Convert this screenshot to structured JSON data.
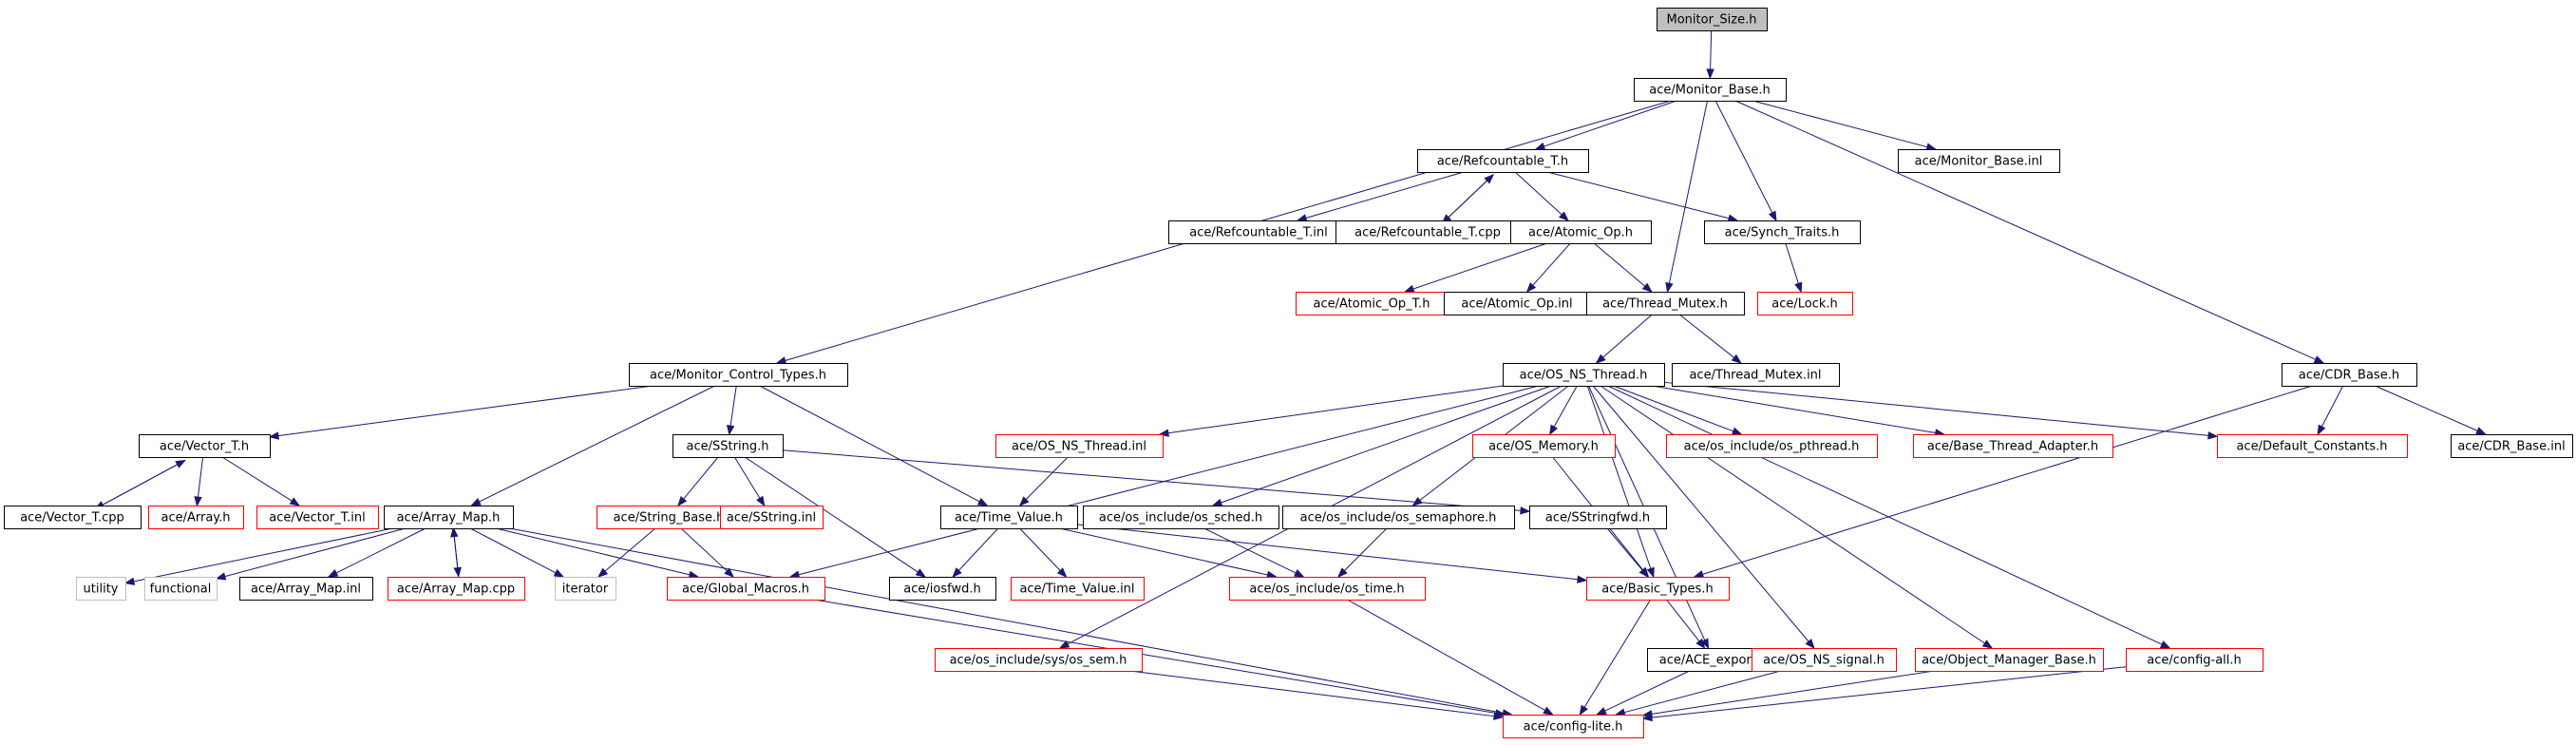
{
  "diagram": {
    "colors": {
      "edge": "#191970",
      "root_fill": "#bfbfbf",
      "normal_border": "#000000",
      "missing_border": "#ff0000",
      "external_border": "#bfbfbf",
      "fill": "#ffffff",
      "text": "#000000"
    },
    "nodes": [
      {
        "id": "monitor_size_h",
        "label": "Monitor_Size.h",
        "kind": "root"
      },
      {
        "id": "monitor_base_h",
        "label": "ace/Monitor_Base.h",
        "kind": "normal"
      },
      {
        "id": "refcountable_t_h",
        "label": "ace/Refcountable_T.h",
        "kind": "normal"
      },
      {
        "id": "monitor_base_inl",
        "label": "ace/Monitor_Base.inl",
        "kind": "normal"
      },
      {
        "id": "refcountable_t_inl",
        "label": "ace/Refcountable_T.inl",
        "kind": "normal"
      },
      {
        "id": "refcountable_t_cpp",
        "label": "ace/Refcountable_T.cpp",
        "kind": "normal"
      },
      {
        "id": "atomic_op_h",
        "label": "ace/Atomic_Op.h",
        "kind": "normal"
      },
      {
        "id": "synch_traits_h",
        "label": "ace/Synch_Traits.h",
        "kind": "normal"
      },
      {
        "id": "atomic_op_t_h",
        "label": "ace/Atomic_Op_T.h",
        "kind": "missing"
      },
      {
        "id": "atomic_op_inl",
        "label": "ace/Atomic_Op.inl",
        "kind": "normal"
      },
      {
        "id": "thread_mutex_h",
        "label": "ace/Thread_Mutex.h",
        "kind": "normal"
      },
      {
        "id": "lock_h",
        "label": "ace/Lock.h",
        "kind": "missing"
      },
      {
        "id": "monitor_control_types_h",
        "label": "ace/Monitor_Control_Types.h",
        "kind": "normal"
      },
      {
        "id": "os_ns_thread_h",
        "label": "ace/OS_NS_Thread.h",
        "kind": "normal"
      },
      {
        "id": "thread_mutex_inl",
        "label": "ace/Thread_Mutex.inl",
        "kind": "normal"
      },
      {
        "id": "cdr_base_h",
        "label": "ace/CDR_Base.h",
        "kind": "normal"
      },
      {
        "id": "vector_t_h",
        "label": "ace/Vector_T.h",
        "kind": "normal"
      },
      {
        "id": "sstring_h",
        "label": "ace/SString.h",
        "kind": "normal"
      },
      {
        "id": "os_ns_thread_inl",
        "label": "ace/OS_NS_Thread.inl",
        "kind": "missing"
      },
      {
        "id": "os_memory_h",
        "label": "ace/OS_Memory.h",
        "kind": "missing"
      },
      {
        "id": "os_pthread_h",
        "label": "ace/os_include/os_pthread.h",
        "kind": "missing"
      },
      {
        "id": "base_thread_adapter_h",
        "label": "ace/Base_Thread_Adapter.h",
        "kind": "missing"
      },
      {
        "id": "default_constants_h",
        "label": "ace/Default_Constants.h",
        "kind": "missing"
      },
      {
        "id": "cdr_base_inl",
        "label": "ace/CDR_Base.inl",
        "kind": "normal"
      },
      {
        "id": "vector_t_cpp",
        "label": "ace/Vector_T.cpp",
        "kind": "normal"
      },
      {
        "id": "array_h",
        "label": "ace/Array.h",
        "kind": "missing"
      },
      {
        "id": "vector_t_inl",
        "label": "ace/Vector_T.inl",
        "kind": "missing"
      },
      {
        "id": "array_map_h",
        "label": "ace/Array_Map.h",
        "kind": "normal"
      },
      {
        "id": "string_base_h",
        "label": "ace/String_Base.h",
        "kind": "missing"
      },
      {
        "id": "sstring_inl",
        "label": "ace/SString.inl",
        "kind": "missing"
      },
      {
        "id": "time_value_h",
        "label": "ace/Time_Value.h",
        "kind": "normal"
      },
      {
        "id": "os_sched_h",
        "label": "ace/os_include/os_sched.h",
        "kind": "normal"
      },
      {
        "id": "os_semaphore_h",
        "label": "ace/os_include/os_semaphore.h",
        "kind": "normal"
      },
      {
        "id": "sstringfwd_h",
        "label": "ace/SStringfwd.h",
        "kind": "normal"
      },
      {
        "id": "utility",
        "label": "utility",
        "kind": "external"
      },
      {
        "id": "functional",
        "label": "functional",
        "kind": "external"
      },
      {
        "id": "array_map_inl",
        "label": "ace/Array_Map.inl",
        "kind": "normal"
      },
      {
        "id": "array_map_cpp",
        "label": "ace/Array_Map.cpp",
        "kind": "missing"
      },
      {
        "id": "iterator",
        "label": "iterator",
        "kind": "external"
      },
      {
        "id": "global_macros_h",
        "label": "ace/Global_Macros.h",
        "kind": "missing"
      },
      {
        "id": "iosfwd_h",
        "label": "ace/iosfwd.h",
        "kind": "normal"
      },
      {
        "id": "time_value_inl",
        "label": "ace/Time_Value.inl",
        "kind": "missing"
      },
      {
        "id": "os_time_h",
        "label": "ace/os_include/os_time.h",
        "kind": "missing"
      },
      {
        "id": "basic_types_h",
        "label": "ace/Basic_Types.h",
        "kind": "missing"
      },
      {
        "id": "os_sem_h",
        "label": "ace/os_include/sys/os_sem.h",
        "kind": "missing"
      },
      {
        "id": "ace_export_h",
        "label": "ace/ACE_export.h",
        "kind": "normal"
      },
      {
        "id": "os_ns_signal_h",
        "label": "ace/OS_NS_signal.h",
        "kind": "missing"
      },
      {
        "id": "object_manager_base_h",
        "label": "ace/Object_Manager_Base.h",
        "kind": "missing"
      },
      {
        "id": "config_all_h",
        "label": "ace/config-all.h",
        "kind": "missing"
      },
      {
        "id": "config_lite_h",
        "label": "ace/config-lite.h",
        "kind": "missing"
      }
    ],
    "edges": [
      {
        "from": "monitor_size_h",
        "to": "monitor_base_h"
      },
      {
        "from": "monitor_base_h",
        "to": "refcountable_t_h"
      },
      {
        "from": "monitor_base_h",
        "to": "monitor_base_inl"
      },
      {
        "from": "monitor_base_h",
        "to": "synch_traits_h"
      },
      {
        "from": "monitor_base_h",
        "to": "thread_mutex_h"
      },
      {
        "from": "monitor_base_h",
        "to": "monitor_control_types_h"
      },
      {
        "from": "monitor_base_h",
        "to": "cdr_base_h"
      },
      {
        "from": "refcountable_t_h",
        "to": "refcountable_t_inl"
      },
      {
        "from": "refcountable_t_h",
        "to": "refcountable_t_cpp"
      },
      {
        "from": "refcountable_t_cpp",
        "to": "refcountable_t_h"
      },
      {
        "from": "refcountable_t_h",
        "to": "atomic_op_h"
      },
      {
        "from": "refcountable_t_h",
        "to": "synch_traits_h"
      },
      {
        "from": "atomic_op_h",
        "to": "atomic_op_t_h"
      },
      {
        "from": "atomic_op_h",
        "to": "atomic_op_inl"
      },
      {
        "from": "atomic_op_h",
        "to": "thread_mutex_h"
      },
      {
        "from": "synch_traits_h",
        "to": "lock_h"
      },
      {
        "from": "thread_mutex_h",
        "to": "os_ns_thread_h"
      },
      {
        "from": "thread_mutex_h",
        "to": "thread_mutex_inl"
      },
      {
        "from": "cdr_base_h",
        "to": "default_constants_h"
      },
      {
        "from": "cdr_base_h",
        "to": "cdr_base_inl"
      },
      {
        "from": "cdr_base_h",
        "to": "basic_types_h"
      },
      {
        "from": "monitor_control_types_h",
        "to": "vector_t_h"
      },
      {
        "from": "monitor_control_types_h",
        "to": "sstring_h"
      },
      {
        "from": "monitor_control_types_h",
        "to": "array_map_h"
      },
      {
        "from": "monitor_control_types_h",
        "to": "time_value_h"
      },
      {
        "from": "vector_t_h",
        "to": "vector_t_cpp"
      },
      {
        "from": "vector_t_cpp",
        "to": "vector_t_h"
      },
      {
        "from": "vector_t_h",
        "to": "array_h"
      },
      {
        "from": "vector_t_h",
        "to": "vector_t_inl"
      },
      {
        "from": "sstring_h",
        "to": "string_base_h"
      },
      {
        "from": "sstring_h",
        "to": "sstring_inl"
      },
      {
        "from": "sstring_h",
        "to": "sstringfwd_h"
      },
      {
        "from": "sstring_h",
        "to": "iosfwd_h"
      },
      {
        "from": "os_ns_thread_h",
        "to": "os_ns_thread_inl"
      },
      {
        "from": "os_ns_thread_h",
        "to": "os_memory_h"
      },
      {
        "from": "os_ns_thread_h",
        "to": "os_pthread_h"
      },
      {
        "from": "os_ns_thread_h",
        "to": "base_thread_adapter_h"
      },
      {
        "from": "os_ns_thread_h",
        "to": "default_constants_h"
      },
      {
        "from": "os_ns_thread_h",
        "to": "os_sched_h"
      },
      {
        "from": "os_ns_thread_h",
        "to": "os_semaphore_h"
      },
      {
        "from": "os_ns_thread_h",
        "to": "global_macros_h"
      },
      {
        "from": "os_ns_thread_h",
        "to": "os_sem_h"
      },
      {
        "from": "os_ns_thread_h",
        "to": "basic_types_h"
      },
      {
        "from": "os_ns_thread_h",
        "to": "ace_export_h"
      },
      {
        "from": "os_ns_thread_h",
        "to": "os_ns_signal_h"
      },
      {
        "from": "os_ns_thread_h",
        "to": "object_manager_base_h"
      },
      {
        "from": "os_ns_thread_h",
        "to": "config_all_h"
      },
      {
        "from": "os_ns_thread_inl",
        "to": "time_value_h"
      },
      {
        "from": "os_memory_h",
        "to": "basic_types_h"
      },
      {
        "from": "array_map_h",
        "to": "utility"
      },
      {
        "from": "array_map_h",
        "to": "functional"
      },
      {
        "from": "array_map_h",
        "to": "array_map_inl"
      },
      {
        "from": "array_map_h",
        "to": "array_map_cpp"
      },
      {
        "from": "array_map_cpp",
        "to": "array_map_h"
      },
      {
        "from": "array_map_h",
        "to": "iterator"
      },
      {
        "from": "array_map_h",
        "to": "global_macros_h"
      },
      {
        "from": "array_map_h",
        "to": "config_lite_h"
      },
      {
        "from": "string_base_h",
        "to": "iterator"
      },
      {
        "from": "string_base_h",
        "to": "global_macros_h"
      },
      {
        "from": "time_value_h",
        "to": "iosfwd_h"
      },
      {
        "from": "time_value_h",
        "to": "time_value_inl"
      },
      {
        "from": "time_value_h",
        "to": "os_time_h"
      },
      {
        "from": "time_value_h",
        "to": "basic_types_h"
      },
      {
        "from": "os_sched_h",
        "to": "os_time_h"
      },
      {
        "from": "os_semaphore_h",
        "to": "os_time_h"
      },
      {
        "from": "sstringfwd_h",
        "to": "basic_types_h"
      },
      {
        "from": "global_macros_h",
        "to": "config_lite_h"
      },
      {
        "from": "os_time_h",
        "to": "config_lite_h"
      },
      {
        "from": "basic_types_h",
        "to": "config_lite_h"
      },
      {
        "from": "basic_types_h",
        "to": "ace_export_h"
      },
      {
        "from": "os_sem_h",
        "to": "config_lite_h"
      },
      {
        "from": "ace_export_h",
        "to": "config_lite_h"
      },
      {
        "from": "os_ns_signal_h",
        "to": "config_lite_h"
      },
      {
        "from": "object_manager_base_h",
        "to": "config_lite_h"
      },
      {
        "from": "config_all_h",
        "to": "config_lite_h"
      }
    ]
  }
}
